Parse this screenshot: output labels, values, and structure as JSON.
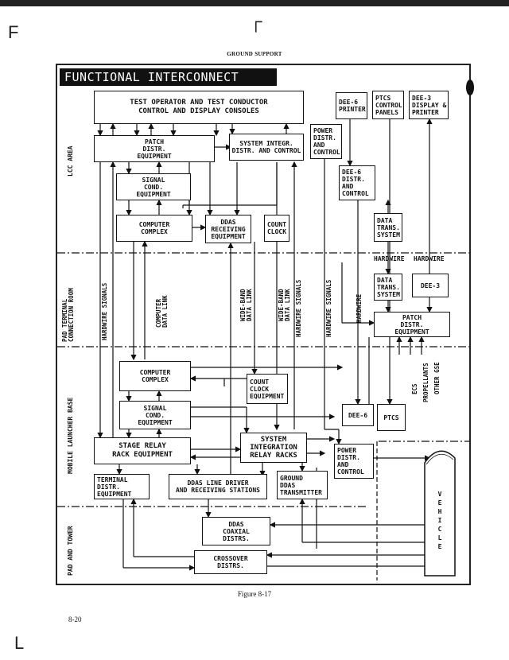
{
  "header": "GROUND SUPPORT",
  "title": "FUNCTIONAL INTERCONNECT DIAGRAM",
  "zones": {
    "lcc": "LCC AREA",
    "ptcr": "PAD TERMINAL\nCONNECTION ROOM",
    "mlb": "MOBILE LAUNCHER BASE",
    "pad": "PAD AND TOWER"
  },
  "boxes": {
    "test_operator": "TEST OPERATOR AND TEST CONDUCTOR\nCONTROL AND DISPLAY CONSOLES",
    "patch_lcc": "PATCH\nDISTR.\nEQUIPMENT",
    "sys_integr_lcc": "SYSTEM INTEGR.\nDISTR. AND CONTROL",
    "power_distr_lcc": "POWER\nDISTR.\nAND\nCONTROL",
    "dee6_printer": "DEE-6\nPRINTER",
    "ptcs_panels": "PTCS\nCONTROL\nPANELS",
    "dee3_display": "DEE-3\nDISPLAY &\nPRINTER",
    "signal_cond_lcc": "SIGNAL\nCOND.\nEQUIPMENT",
    "dee6_distr": "DEE-6\nDISTR.\nAND\nCONTROL",
    "computer_lcc": "COMPUTER\nCOMPLEX",
    "ddas_receiving": "DDAS\nRECEIVING\nEQUIPMENT",
    "count_clock_lcc": "COUNT\nCLOCK",
    "data_trans_lcc": "DATA\nTRANS.\nSYSTEM",
    "data_trans_ptcr": "DATA\nTRANS.\nSYSTEM",
    "dee3_ptcr": "DEE-3",
    "patch_ptcr": "PATCH\nDISTR.\nEQUIPMENT",
    "computer_mlb": "COMPUTER\nCOMPLEX",
    "count_clock_mlb": "COUNT\nCLOCK\nEQUIPMENT",
    "signal_cond_mlb": "SIGNAL\nCOND.\nEQUIPMENT",
    "dee6_mlb": "DEE-6",
    "ptcs_mlb": "PTCS",
    "stage_relay": "STAGE RELAY\nRACK EQUIPMENT",
    "sys_integr_mlb": "SYSTEM\nINTEGRATION\nRELAY RACKS",
    "power_distr_mlb": "POWER\nDISTR.\nAND\nCONTROL",
    "terminal_distr": "TERMINAL\nDISTR.\nEQUIPMENT",
    "ddas_line": "DDAS LINE DRIVER\nAND RECEIVING STATIONS",
    "ground_ddas": "GROUND\nDDAS\nTRANSMITTER",
    "ddas_coaxial": "DDAS\nCOAXIAL\nDISTRS.",
    "crossover": "CROSSOVER\nDISTRS.",
    "vehicle": "V\nE\nH\nI\nC\nL\nE"
  },
  "link_labels": {
    "hardwire_signals_1": "HARDWIRE SIGNALS",
    "computer_data_link": "COMPUTER\nDATA LINK",
    "wide_band_1": "WIDE-BAND\nDATA LINK",
    "wide_band_2": "WIDE-BAND\nDATA LINK",
    "hardwire_signals_2": "HARDWIRE SIGNALS",
    "hardwire_signals_3": "HARDWIRE SIGNALS",
    "hardwire_v": "HARDWIRE",
    "hardwire_h1": "HARDWIRE",
    "hardwire_h2": "HARDWIRE",
    "ecs": "ECS",
    "propellants": "PROPELLANTS",
    "other_gse": "OTHER GSE"
  },
  "caption": "Figure 8-17",
  "page_number": "8-20",
  "corner_marks": {
    "top_left": "F",
    "top_center": "┌",
    "bottom_left": "L"
  }
}
